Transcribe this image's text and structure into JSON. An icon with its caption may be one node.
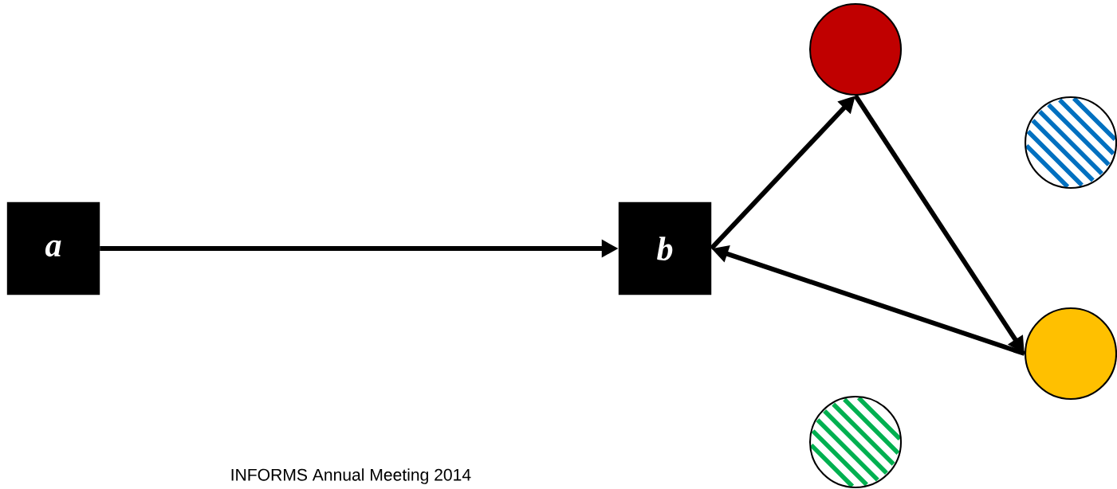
{
  "diagram": {
    "nodes": [
      {
        "text": [
          "a"
        ]
      },
      {
        "text": [
          "b"
        ]
      },
      {
        "text": [],
        "shape": "circle"
      },
      {
        "text": [],
        "shape": "circle"
      },
      {
        "text": [],
        "shape": "circle"
      },
      {
        "text": [],
        "shape": "circle"
      }
    ],
    "edges": [
      {
        "from": 0,
        "to": 1,
        "arrow": "to"
      },
      {
        "from": 1,
        "to": 2,
        "arrow": "to"
      },
      {
        "from": 2,
        "to": 4,
        "arrow": "to"
      },
      {
        "from": 4,
        "to": 1,
        "arrow": "to"
      }
    ],
    "labels": [
      "INFORMS Annual Meeting 2014"
    ]
  }
}
